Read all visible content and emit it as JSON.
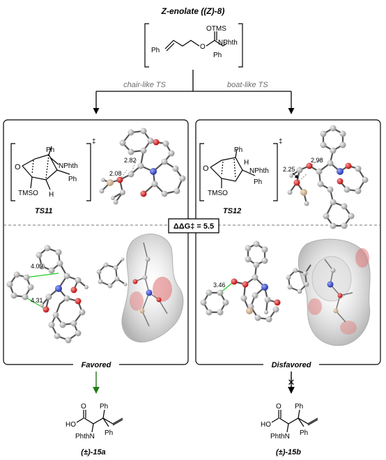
{
  "title": "Z-enolate ((Z)-8)",
  "enolate": {
    "otms": "OTMS",
    "nphth": "NPhth",
    "ph_left": "Ph",
    "ph_right": "Ph",
    "o": "O"
  },
  "branches": {
    "chair": "chair-like TS",
    "boat": "boat-like TS"
  },
  "ts11": {
    "label": "TS11",
    "ph_top": "Ph",
    "nphth": "NPhth",
    "ph_right": "Ph",
    "h": "H",
    "tmso": "TMSO",
    "o": "O",
    "dagger": "‡",
    "dist1": "2.82",
    "dist2": "2.08"
  },
  "ts12": {
    "label": "TS12",
    "ph_top": "Ph",
    "h": "H",
    "nphth": "NPhth",
    "ph_right": "Ph",
    "tmso": "TMSO",
    "o": "O",
    "dagger": "‡",
    "dist1": "2.25",
    "dist2": "2.98"
  },
  "ddg": "ΔΔG‡ = 5.5",
  "left_lower": {
    "d1": "4.09",
    "d2": "4.31"
  },
  "right_lower": {
    "d1": "3.46"
  },
  "outcomes": {
    "favored": "Favored",
    "favored_color": "#2e8b1f",
    "disfavored": "Disfavored",
    "disfavored_color": "#c0102a",
    "blocked_mark": "✕"
  },
  "product_a": {
    "label": "(±)-15a",
    "o": "O",
    "ho": "HO",
    "ph1": "Ph",
    "phthn": "PhthN",
    "ph2": "Ph"
  },
  "product_b": {
    "label": "(±)-15b",
    "o": "O",
    "ho": "HO",
    "ph1": "Ph",
    "phthn": "PhthN",
    "ph2": "Ph"
  }
}
